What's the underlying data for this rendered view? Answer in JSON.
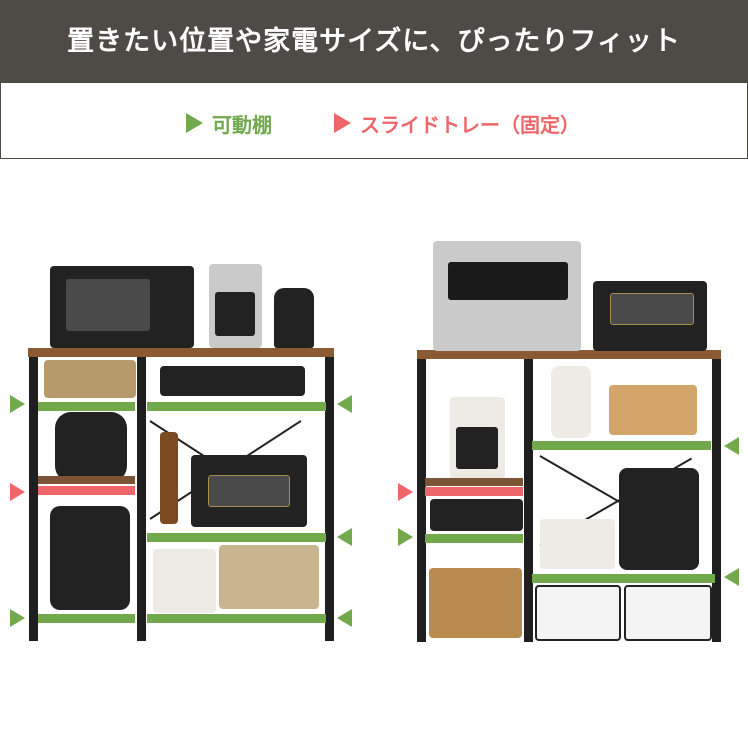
{
  "header": {
    "title": "置きたい位置や家電サイズに、ぴったりフィット",
    "background": "#4e4a45"
  },
  "legend": {
    "items": [
      {
        "label": "可動棚",
        "color": "#72a94d",
        "icon": "triangle-right-icon"
      },
      {
        "label": "スライドトレー（固定）",
        "color": "#f0656a",
        "icon": "triangle-right-icon"
      }
    ]
  },
  "racks": [
    {
      "name": "left-rack",
      "top_appliances": [
        "microwave",
        "coffee-maker",
        "kettle"
      ],
      "markers": [
        {
          "type": "movable-shelf",
          "color": "#72a94d"
        },
        {
          "type": "slide-tray",
          "color": "#f0656a"
        },
        {
          "type": "movable-shelf",
          "color": "#72a94d"
        },
        {
          "type": "movable-shelf",
          "color": "#72a94d"
        }
      ]
    },
    {
      "name": "right-rack",
      "top_appliances": [
        "steam-oven",
        "toaster"
      ],
      "markers": [
        {
          "type": "movable-shelf",
          "color": "#72a94d"
        },
        {
          "type": "slide-tray",
          "color": "#f0656a"
        },
        {
          "type": "movable-shelf",
          "color": "#72a94d"
        },
        {
          "type": "movable-shelf",
          "color": "#72a94d"
        }
      ]
    }
  ]
}
